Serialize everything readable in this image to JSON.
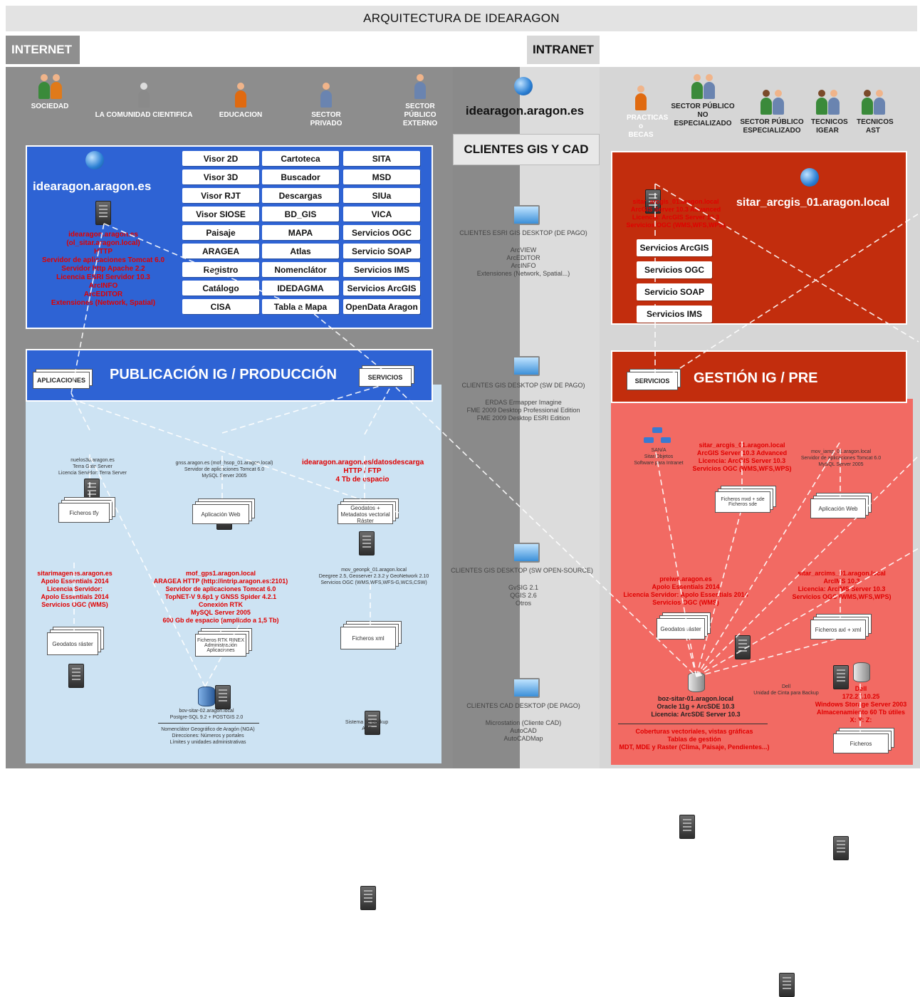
{
  "title": "ARQUITECTURA DE IDEARAGON",
  "zones": {
    "internet": "INTERNET",
    "intranet": "INTRANET"
  },
  "actors_internet": [
    {
      "label": "SOCIEDAD"
    },
    {
      "label": "LA COMUNIDAD CIENTIFICA"
    },
    {
      "label": "EDUCACION"
    },
    {
      "label": "SECTOR PRIVADO"
    },
    {
      "label": "SECTOR PÚBLICO EXTERNO"
    }
  ],
  "actors_intranet": [
    {
      "label": "PRACTICAS o BECAS"
    },
    {
      "label": "SECTOR PÚBLICO NO ESPECIALIZADO"
    },
    {
      "label": "SECTOR PÚBLICO ESPECIALIZADO"
    },
    {
      "label": "TECNICOS IGEAR"
    },
    {
      "label": "TECNICOS AST"
    }
  ],
  "center": {
    "domain": "idearagon.aragon.es",
    "clients_header": "CLIENTES GIS Y CAD",
    "clients": [
      {
        "title": "CLIENTES ESRI GIS DESKTOP (DE PAGO)",
        "items": "ArcVIEW\nArcEDITOR\nArcINFO\nExtensiones (Network, Spatial...)"
      },
      {
        "title": "CLIENTES GIS DESKTOP (SW DE PAGO)",
        "items": "ERDAS Ermapper Imagine\nFME 2009 Desktop Professional Edition\nFME 2009 Desktop ESRI Edition"
      },
      {
        "title": "CLIENTES GIS DESKTOP (SW OPEN-SOURCE)",
        "items": "GvSIG 2.1\nQGIS 2.6\nOtros"
      },
      {
        "title": "CLIENTES CAD DESKTOP (DE PAGO)",
        "items": "Microstation (Cliente CAD)\nAutoCAD\nAutoCADMap"
      }
    ]
  },
  "blue": {
    "host": "idearagon.aragon.es",
    "server_text": "idearagon.aragon.es\n(ol_sitar.aragon.local)\nHTTP\nServidor de aplicaciones Tomcat 6.0\nServidor http Apache 2.2\nLicencia ESRI Servidor 10.3\nArcINFO\nArcEDITOR\nExtensiones (Network, Spatial)",
    "col1": [
      "Visor 2D",
      "Visor 3D",
      "Visor RJT",
      "Visor SIOSE",
      "Paisaje",
      "ARAGEA",
      "Registro",
      "Catálogo",
      "CISA"
    ],
    "col2": [
      "Cartoteca",
      "Buscador",
      "Descargas",
      "BD_GIS",
      "MAPA",
      "Atlas",
      "Nomenclátor",
      "IDEDAGMA",
      "Tabla a Mapa"
    ],
    "col3": [
      "SITA",
      "MSD",
      "SIUa",
      "VICA",
      "Servicios OGC",
      "Servicio SOAP",
      "Servicios IMS",
      "Servicios ArcGIS",
      "OpenData Aragon"
    ],
    "bar_title": "PUBLICACIÓN IG / PRODUCCIÓN",
    "tag_apps": "APLICACIONES",
    "tag_services": "SERVICIOS"
  },
  "blue_nodes": {
    "n1": "nuelos3d.aragon.es\nTerra Gate Server\nLicencia Servidor: Terra Server",
    "n1_doc": "Ficheros tfy",
    "n2": "gnss.aragon.es (mof_hsop_01.aragon.local)\nServidor de aplicaciones Tomcat 6.0\nMySQL Server 2005",
    "n2_doc": "Aplicación Web",
    "n3": "idearagon.aragon.es/datosdescarga\nHTTP / FTP\n4 Tb de espacio",
    "n3_doc": "Geodatos + Metadatos\nvectorial Ráster",
    "n4": "sitarimagenes.aragon.es\nApolo Essentials 2014\nLicencia Servidor:\nApolo Essentials 2014\nServicios OGC (WMS)",
    "n4_doc": "Geodatos ráster",
    "n5": "mof_gps1.aragon.local\nARAGEA HTTP (http://intrip.aragon.es:2101)\nServidor de aplicaciones Tomcat 6.0\nTopNET-V 9.6p1 y GNSS Spider 4.2.1\nConexión RTK\nMySQL Server 2005\n600 Gb de espacio (ampliado a 1,5 Tb)",
    "n5_doc": "Ficheros RTK RINEX\nAdministración\nAplicaciones",
    "n6": "mov_geonpk_01.aragon.local\nDeegree 2.5, Geoserver 2.3.2 y GeoNetwork 2.10\nServicios OGC (WMS,WFS,WFS-G,WCS,CSW)",
    "n6_doc": "Ficheros xml",
    "n7": "bov-sitar-02.aragon.local\nPostgre-SQL 9.2 + POSTGIS 2.0",
    "n7_desc": "Nomenclátor Geográfico de Aragón (NGA)\nDirecciones: Números y portales\nLímites y unidades administrativas",
    "n8": "Sistema de Backup\nAST"
  },
  "red": {
    "host": "sitar_arcgis_01.aragon.local",
    "server_text": "sitar_arcgis_01.aragon.local\nArcGIS Server 10.3 Advanced\nLicencia: ArcGIS Server 10.3\nServicios OGC (WMS,WFS,WPS)",
    "buttons": [
      "Servicios ArcGIS",
      "Servicios OGC",
      "Servicio SOAP",
      "Servicios IMS"
    ],
    "bar_title": "GESTIÓN IG / PRE",
    "tag_services": "SERVICIOS"
  },
  "red_nodes": {
    "san": "SAN/A\nSitar/Objetos\nSoftware para Intranet",
    "r1": "sitar_arcgis_01.aragon.local\nArcGIS Server 10.3 Advanced\nLicencia: ArcGIS Server 10.3\nServicios OGC (WMS,WFS,WPS)",
    "r1_doc": "Ficheros mxd + sde\nFicheros sde",
    "r2": "mov_iamp_01.aragon.local\nServidor de aplicaciones Tomcat 6.0\nMySQL Server 2005",
    "r2_doc": "Aplicación Web",
    "r3": "preiws.aragon.es\nApolo Essentials 2014\nLicencia Servidor: Apolo Essentials 2014\nServicios OGC (WMS)",
    "r3_doc": "Geodatos ráster",
    "r4": "sitar_arcims_01.aragon.local\nArcIMS 10.3\nLicencia: ArcIMS Server 10.3\nServicios OGC (WMS,WFS,WPS)",
    "r4_doc": "Ficheros axl + xml",
    "r5": "boz-sitar-01.aragon.local\nOracle 11g + ArcSDE 10.3\nLicencia: ArcSDE Server 10.3",
    "r5_desc": "Coberturas vectoriales, vistas gráficas\nTablas de gestión\nMDT, MDE y Raster (Clima, Paisaje, Pendientes...)",
    "r6": "Dell\nUnidad de Cinta para Backup",
    "r7": "Dell\n172.27.10.25\nWindows Storage Server 2003\nAlmacenamiento 60 Tb útiles\nX: Y: Z:",
    "r7_doc": "Ficheros"
  }
}
